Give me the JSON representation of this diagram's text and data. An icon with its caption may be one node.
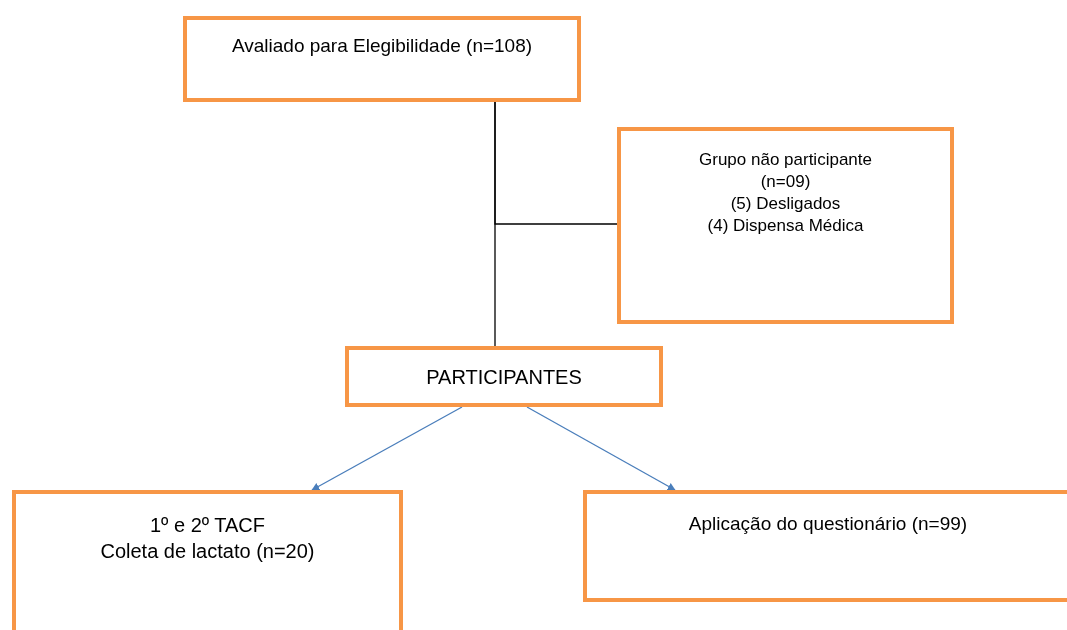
{
  "diagram": {
    "nodes": [
      {
        "text": [
          "Avaliado para Elegibilidade (n=108)"
        ]
      },
      {
        "text": [
          "Grupo não participante (n=09)",
          "(5) Desligados",
          "(4) Dispensa Médica"
        ]
      },
      {
        "text": [
          "PARTICIPANTES"
        ]
      },
      {
        "text": [
          "1º e 2º TACF",
          "Coleta de lactato (n=20)"
        ]
      },
      {
        "text": [
          "Aplicação do questionário (n=99)"
        ]
      }
    ],
    "edges": [
      {
        "from": 0,
        "to": 2,
        "arrow": "none"
      },
      {
        "from": 0,
        "to": 1,
        "arrow": "none"
      },
      {
        "from": 2,
        "to": 3,
        "arrow": "to",
        "color": "#4a7ebb"
      },
      {
        "from": 2,
        "to": 4,
        "arrow": "to",
        "color": "#4a7ebb"
      }
    ]
  }
}
